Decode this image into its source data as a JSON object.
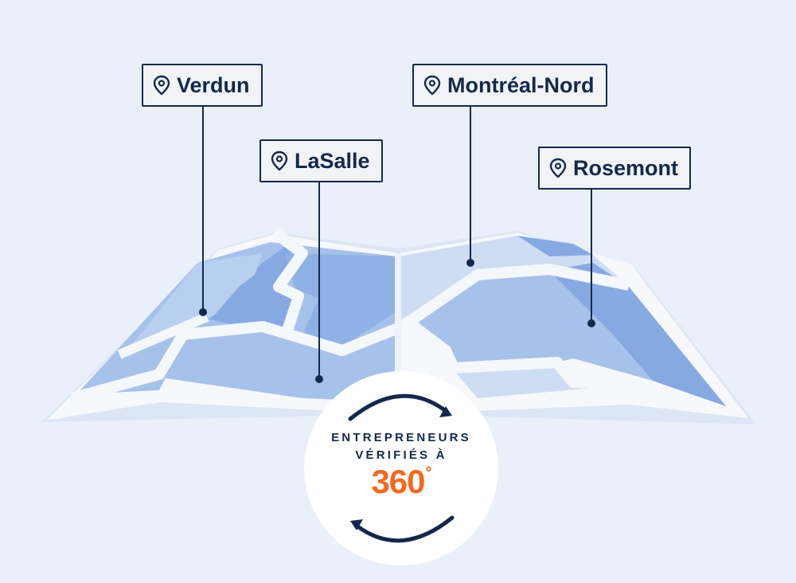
{
  "locations": [
    {
      "name": "Verdun"
    },
    {
      "name": "LaSalle"
    },
    {
      "name": "Montréal-Nord"
    },
    {
      "name": "Rosemont"
    }
  ],
  "badge": {
    "line1": "ENTREPRENEURS",
    "line2": "VÉRIFIÉS À",
    "number": "360",
    "degree": "°"
  },
  "colors": {
    "background": "#eaf0f9",
    "navy": "#13294b",
    "orange": "#f26a21",
    "map_dark": "#86a9e2",
    "map_mid": "#a7c2ea",
    "map_light": "#cfddf3",
    "road": "#f4f7fc"
  },
  "icons": {
    "location": "map-pin-icon",
    "rotation": "circular-arrows-icon"
  }
}
